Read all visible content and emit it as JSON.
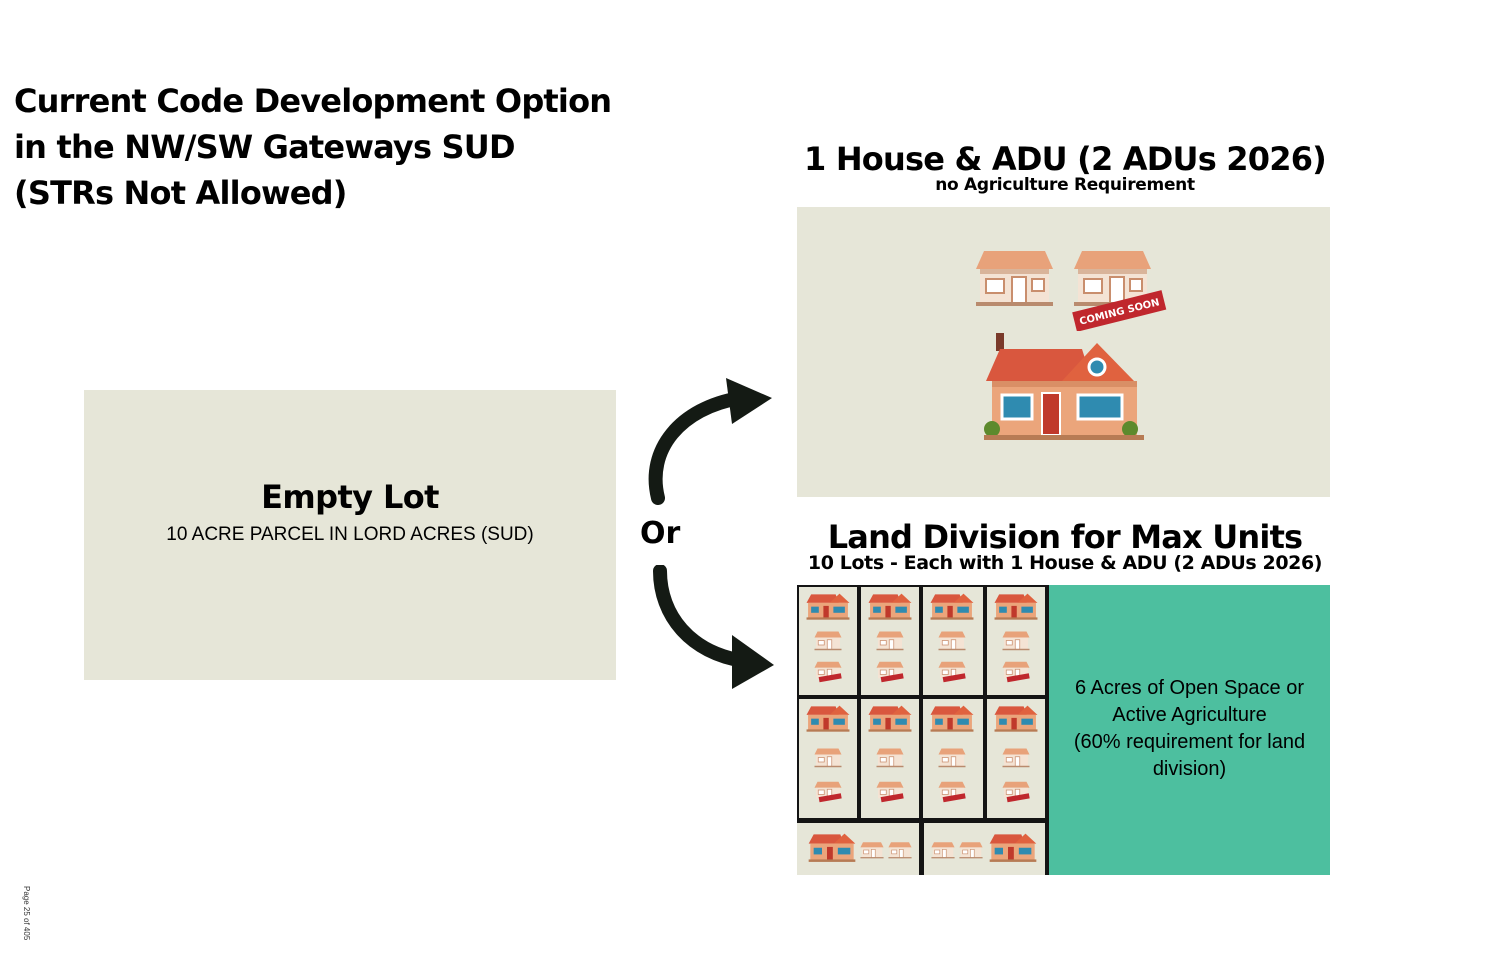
{
  "title": {
    "line1": "Current Code Development Option",
    "line2": "in the NW/SW Gateways SUD",
    "line3": "(STRs Not Allowed)"
  },
  "empty_lot": {
    "title": "Empty Lot",
    "subtitle": "10 ACRE PARCEL IN LORD ACRES (SUD)"
  },
  "connector": {
    "label": "Or"
  },
  "option_house_adu": {
    "title": "1 House & ADU (2 ADUs 2026)",
    "subtitle": "no Agriculture Requirement",
    "banner": "COMING SOON"
  },
  "option_land_division": {
    "title": "Land Division for Max Units",
    "subtitle": "10 Lots - Each with 1 House & ADU (2 ADUs 2026)",
    "lots": 10,
    "open_space": {
      "line1": "6 Acres of Open Space or",
      "line2": "Active Agriculture",
      "line3": "(60% requirement for land",
      "line4": "division)"
    }
  },
  "footer": {
    "page_number": "Page 25 of 405"
  },
  "colors": {
    "panel_bg": "#e6e6d8",
    "open_space": "#4dbf9f",
    "grid_lines": "#141414",
    "arrow": "#141a14",
    "house_wall": "#e9a97b",
    "house_roof": "#d9573e",
    "banner": "#c0272d"
  }
}
